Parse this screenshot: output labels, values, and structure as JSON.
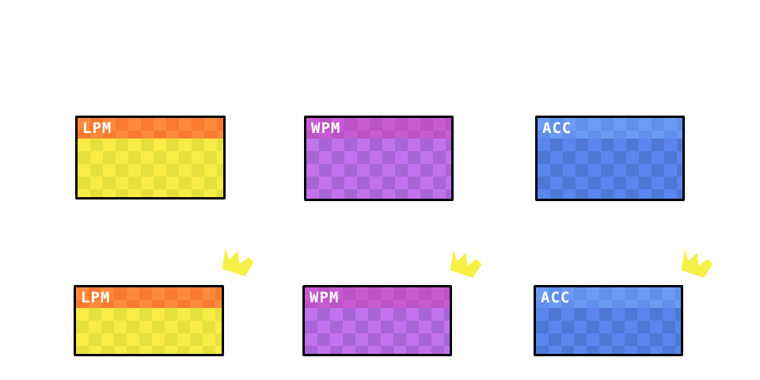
{
  "theme": {
    "lpm": {
      "header_a": "#ff8a3c",
      "header_b": "#f87a2e",
      "body_a": "#f8ec45",
      "body_b": "#e7e03c"
    },
    "wpm": {
      "header_a": "#c85bd2",
      "header_b": "#bb52c6",
      "body_a": "#c173ee",
      "body_b": "#a865d5"
    },
    "acc": {
      "header_a": "#6b9bf5",
      "header_b": "#6090ec",
      "body_a": "#5a86ee",
      "body_b": "#4f78d6"
    },
    "crown_color": "#f6f046"
  },
  "row_default": {
    "cards": [
      {
        "key": "lpm",
        "label": "LPM"
      },
      {
        "key": "wpm",
        "label": "WPM"
      },
      {
        "key": "acc",
        "label": "ACC"
      }
    ]
  },
  "row_best": {
    "cards": [
      {
        "key": "lpm",
        "label": "LPM",
        "icon": "crown-icon"
      },
      {
        "key": "wpm",
        "label": "WPM",
        "icon": "crown-icon"
      },
      {
        "key": "acc",
        "label": "ACC",
        "icon": "crown-icon"
      }
    ]
  }
}
